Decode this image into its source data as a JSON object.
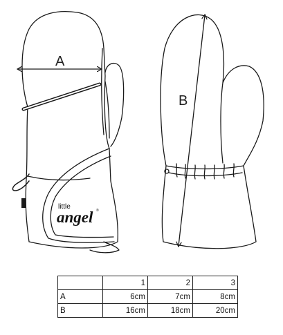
{
  "diagram": {
    "measure_a_label": "A",
    "measure_b_label": "B",
    "brand_line1": "little",
    "brand_line2": "angel",
    "brand_mark": "®"
  },
  "size_table": {
    "header": [
      "",
      "1",
      "2",
      "3"
    ],
    "rows": [
      {
        "label": "A",
        "values": [
          "6cm",
          "7cm",
          "8cm"
        ]
      },
      {
        "label": "B",
        "values": [
          "16cm",
          "18cm",
          "20cm"
        ]
      }
    ]
  },
  "colors": {
    "line": "#1a1a1a",
    "background": "#ffffff"
  }
}
